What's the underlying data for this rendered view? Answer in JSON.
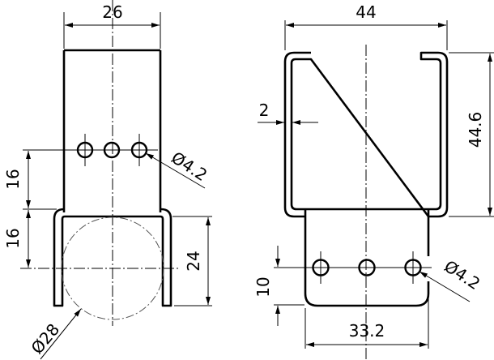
{
  "side_view": {
    "width_dim": "26",
    "hole_spacing_dim_upper": "16",
    "hole_spacing_dim_lower": "16",
    "leg_height_dim": "24",
    "hole_diameter": "Ø4.2",
    "pipe_diameter": "Ø28"
  },
  "front_view": {
    "width_dim": "44",
    "height_dim": "44.6",
    "thickness_dim": "2",
    "tab_hole_dim": "10",
    "tab_width_dim": "33.2",
    "hole_diameter": "Ø4.2"
  }
}
